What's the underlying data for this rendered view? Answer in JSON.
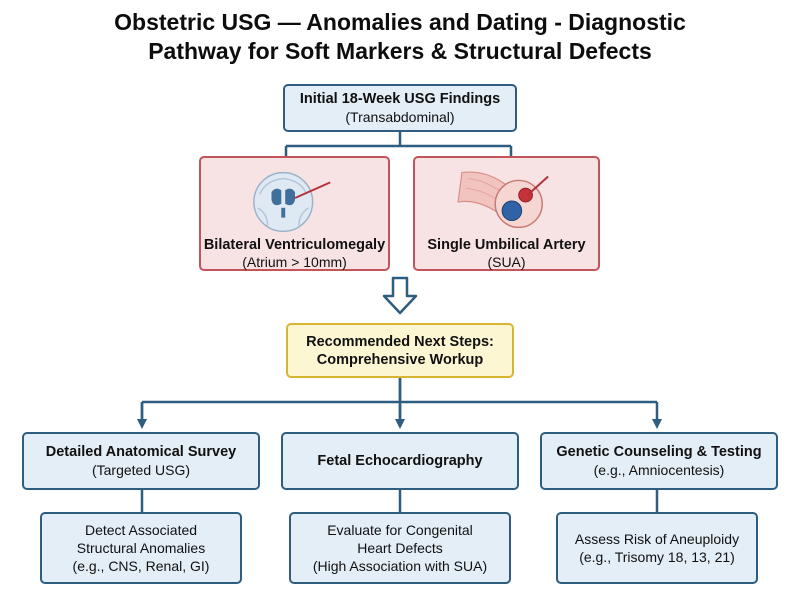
{
  "title": {
    "line1": "Obstetric USG — Anomalies and Dating - Diagnostic",
    "line2": "Pathway for Soft Markers & Structural Defects"
  },
  "initial": {
    "title": "Initial 18-Week USG Findings",
    "subtitle": "(Transabdominal)"
  },
  "findings": [
    {
      "title": "Bilateral Ventriculomegaly",
      "subtitle": "(Atrium > 10mm)",
      "icon": "brain-ventricles-icon"
    },
    {
      "title": "Single Umbilical Artery",
      "subtitle": "(SUA)",
      "icon": "umbilical-cord-icon"
    }
  ],
  "next_steps": {
    "line1": "Recommended Next Steps:",
    "line2": "Comprehensive Workup"
  },
  "workup": [
    {
      "title": "Detailed Anatomical Survey",
      "subtitle": "(Targeted USG)",
      "detail": [
        "Detect Associated",
        "Structural Anomalies",
        "(e.g., CNS, Renal, GI)"
      ]
    },
    {
      "title": "Fetal Echocardiography",
      "subtitle": "",
      "detail": [
        "Evaluate for Congenital",
        "Heart Defects",
        "(High Association with SUA)"
      ]
    },
    {
      "title": "Genetic Counseling & Testing",
      "subtitle": "(e.g., Amniocentesis)",
      "detail": [
        "Assess Risk of Aneuploidy",
        "(e.g., Trisomy 18, 13, 21)"
      ]
    }
  ],
  "colors": {
    "connector": "#2f5d80",
    "blue_fill": "#e3eef7",
    "red_fill": "#f7e3e4",
    "red_border": "#c2545a",
    "yellow_fill": "#fdf6d3",
    "yellow_border": "#d8b431"
  }
}
